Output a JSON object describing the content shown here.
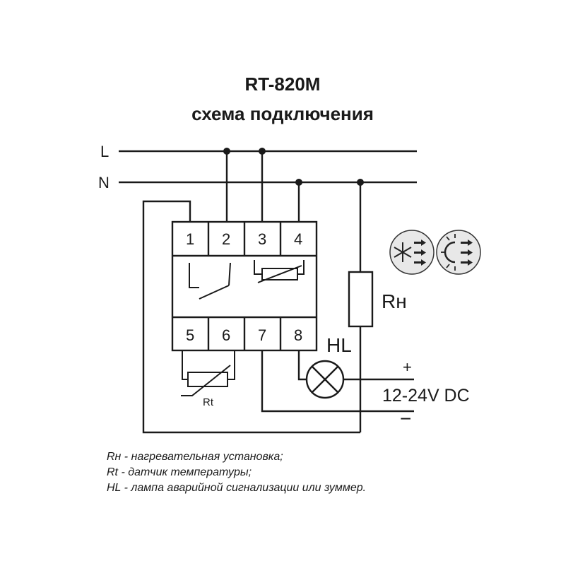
{
  "header": {
    "title": "RT-820M",
    "subtitle": "схема подключения"
  },
  "rails": {
    "line": "L",
    "neutral": "N"
  },
  "terminals": [
    "1",
    "2",
    "3",
    "4",
    "5",
    "6",
    "7",
    "8"
  ],
  "components": {
    "heater_label": "Rн",
    "sensor_label": "Rt",
    "lamp_label": "HL"
  },
  "power": {
    "plus": "+",
    "minus": "−",
    "voltage": "12-24V DC"
  },
  "icons": [
    "cooling-mode-icon",
    "heating-mode-icon"
  ],
  "legend": [
    "Rн - нагревательная установка;",
    "Rt - датчик температуры;",
    "HL - лампа аварийной сигнализации или зуммер."
  ]
}
